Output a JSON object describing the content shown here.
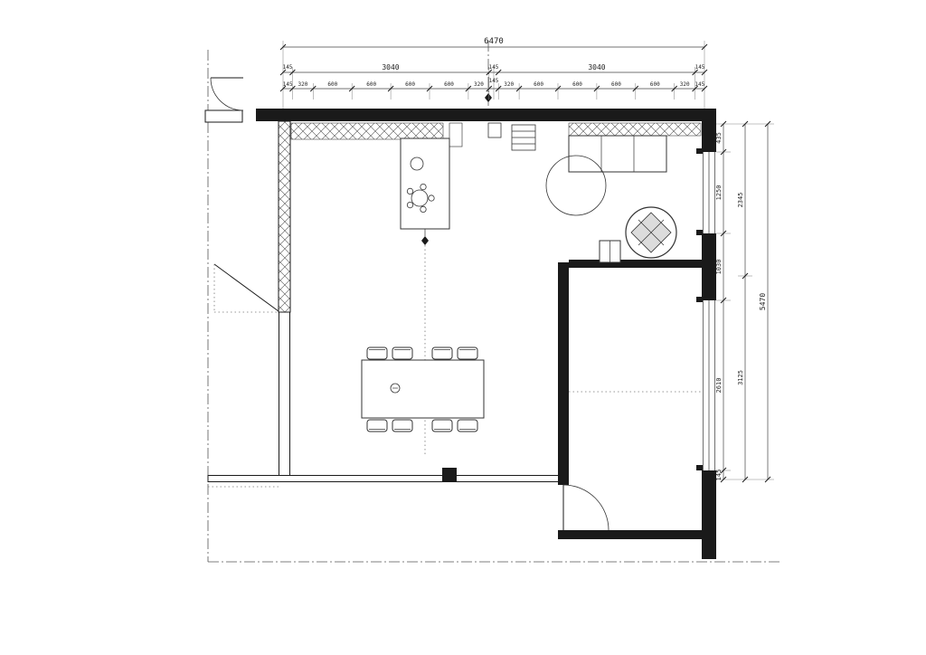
{
  "drawing": {
    "kind": "architectural-floor-plan",
    "colors": {
      "ink": "#1a1a1a",
      "background": "#ffffff",
      "hatch": "#555555"
    },
    "dims": {
      "top": {
        "overall": "6470",
        "row2": [
          "145",
          "3040",
          "145",
          "3040",
          "145"
        ],
        "row3": [
          "145",
          "320",
          "600",
          "600",
          "600",
          "600",
          "320",
          "145",
          "320",
          "600",
          "600",
          "600",
          "600",
          "320",
          "145"
        ]
      },
      "right": {
        "inner": [
          "435",
          "1250",
          "1030",
          "2610",
          "145"
        ],
        "middle": [
          "2345",
          "3125"
        ],
        "overall": "5470"
      }
    }
  }
}
